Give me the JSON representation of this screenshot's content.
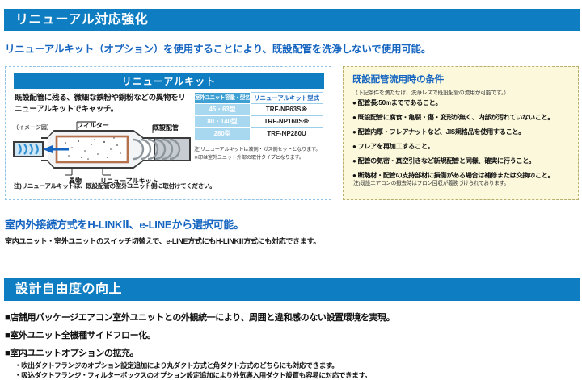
{
  "section1": {
    "bar_title": "リニューアル対応強化",
    "lead": "リニューアルキット（オプション）を使用することにより、既設配管を洗浄しないで使用可能。"
  },
  "kit_panel": {
    "title": "リニューアルキット",
    "description": "既設配管に残る、微細な鉄粉や銅粉などの異物をリニューアルキットでキャッチ。",
    "table": {
      "headers": [
        "室外ユニット容量・型名",
        "リニューアルキット型式"
      ],
      "rows": [
        [
          "45・63型",
          "TRF-NP63S※"
        ],
        [
          "80・140型",
          "TRF-NP160S※"
        ],
        [
          "280型",
          "TRF-NP280U"
        ]
      ]
    },
    "table_note1": "注)リニューアルキットは液側・ガス側セットとなります。",
    "table_note2": "※印は室外ユニット外部の取付タイプとなります。",
    "diagram": {
      "caption": "（イメージ図）",
      "label_filter": "フィルター",
      "label_pipe": "既設配管",
      "label_debris": "異物",
      "label_kit": "リニューアルキット"
    },
    "footnote": "注)リニューアルキットは、既設配管の室外ユニット側に取付けてください。"
  },
  "condition_panel": {
    "title": "既設配管流用時の条件",
    "subtitle": "（下記条件を満たせば、洗浄レスで既設配管の流用が可能です。）",
    "items": [
      "配管長:50mまでであること。",
      "既設配管に腐食・亀裂・傷・変形が無く、内部が汚れていないこと。",
      "配管内厚・フレアナットなど、JIS規格品を使用すること。",
      "フレアを再加工すること。",
      "配管の気密・真空引きなど新規配管と同様、確実に行うこと。",
      "断熱材・配管の支持部材に損傷がある場合は補修または交換のこと。"
    ],
    "footnote": "注)既設エアコンの撤去時はフロン回収が義務づけられております。"
  },
  "section_hlink": {
    "lead": "室内外接続方式をH-LINKⅡ、e-LINEから選択可能。",
    "sub": "室内ユニット・室外ユニットのスイッチ切替えで、e-LINE方式にもH-LINKⅡ方式にも対応できます。"
  },
  "section2": {
    "bar_title": "設計自由度の向上",
    "features": [
      "■店舗用パッケージエアコン室外ユニットとの外観統一により、周囲と違和感のない設置環境を実現。",
      "■室外ユニット全機種サイドフロー化。",
      "■室内ユニットオプションの拡充。"
    ],
    "subfeatures": [
      "・吹出ダクトフランジのオプション設定追加により丸ダクト方式と角ダクト方式のどちらにも対応できます。",
      "・吸込ダクトフランジ・フィルターボックスのオプション設定追加により外気導入用ダクト設置も容易に対応できます。"
    ]
  },
  "colors": {
    "header_blue": "#0f7dc2",
    "lead_blue": "#1565c0",
    "panel_cream": "#fbf8dc",
    "table_header": "#3fa0d4",
    "table_cell": "#a8d8ef"
  }
}
